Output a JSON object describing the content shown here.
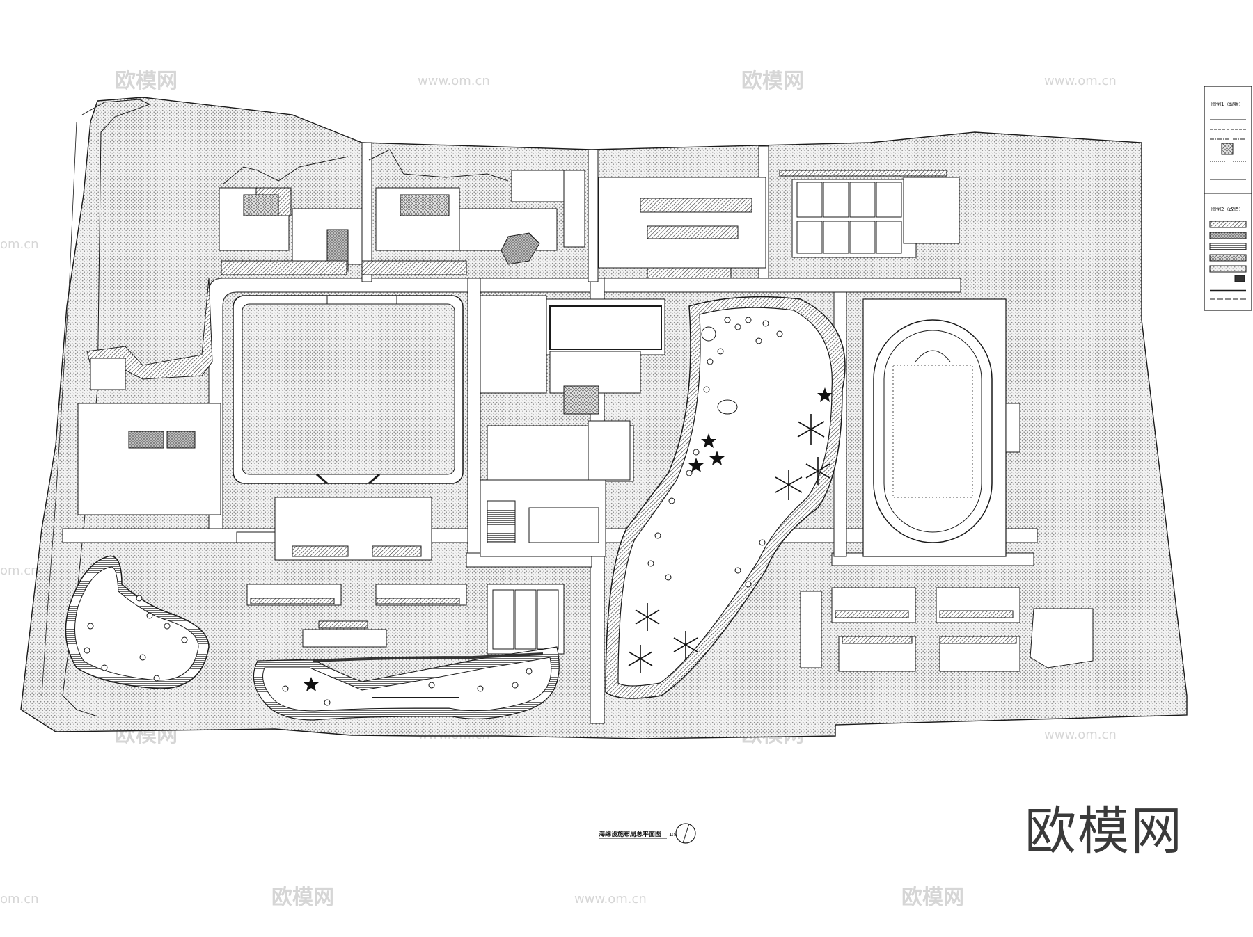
{
  "map": {
    "title": "海绵设施布局总平面图",
    "scale": "1:800"
  },
  "legend": {
    "group1_title": "图例1（现状）",
    "group2_title": "图例2（改造）"
  },
  "watermark": {
    "cn": "欧模网",
    "url": "www.om.cn",
    "fragment": "om.cn"
  },
  "brand_text": "欧模网",
  "colors": {
    "line": "#1a1a1a",
    "dot_fill": "#8a8a8a",
    "watermark": "#d6d6d6"
  }
}
